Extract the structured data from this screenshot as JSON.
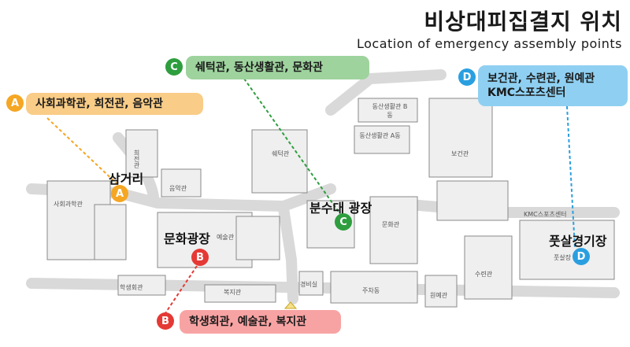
{
  "title": {
    "korean": "비상대피집결지 위치",
    "english": "Location of emergency assembly points"
  },
  "colors": {
    "A": "#f5a623",
    "B": "#e53935",
    "C": "#2e9e3e",
    "D": "#2a9fe0",
    "A_pill": "#f9cc87",
    "B_pill": "#f8a3a3",
    "C_pill": "#9ed39e",
    "D_pill": "#8fd0f2"
  },
  "points": [
    {
      "letter": "A",
      "place": "삼거리",
      "buildings": "사회과학관, 희전관, 음악관"
    },
    {
      "letter": "B",
      "place": "문화광장",
      "buildings": "학생회관, 예술관, 복지관"
    },
    {
      "letter": "C",
      "place": "분수대 광장",
      "buildings": "쉐턱관, 동산생활관, 문화관"
    },
    {
      "letter": "D",
      "place": "풋살경기장",
      "buildings_line1": "보건관, 수련관, 원예관",
      "buildings_line2": "KMC스포츠센터"
    }
  ],
  "building_labels": {
    "social_science": "사회과학관",
    "huijeon": "희전관",
    "music": "음악관",
    "art": "예술관",
    "student_union": "학생회관",
    "welfare": "복지관",
    "shelter": "쉐턱관",
    "dorm_b": "동산생활관 B동",
    "dorm_a": "동산생활관 A동",
    "culture": "문화관",
    "health": "보건관",
    "kmc": "KMC스포츠센터",
    "futsal": "풋살장",
    "training": "수련관",
    "horticulture": "원예관",
    "parking": "주차동",
    "guard": "경비실"
  }
}
